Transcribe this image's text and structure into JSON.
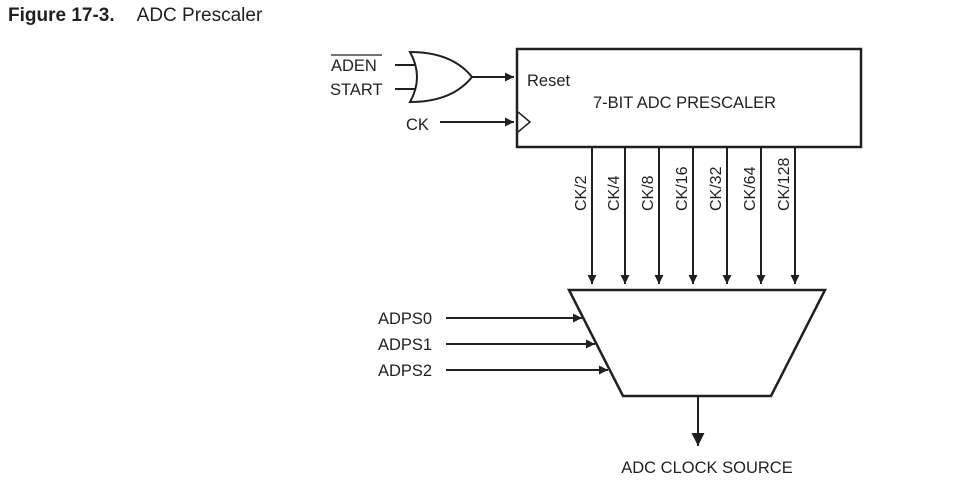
{
  "figure": {
    "number": "Figure 17-3.",
    "title": "ADC Prescaler"
  },
  "gate_inputs": [
    "ADEN",
    "START"
  ],
  "clock_input": "CK",
  "prescaler": {
    "reset_pin": "Reset",
    "name": "7-BIT ADC PRESCALER"
  },
  "taps": [
    "CK/2",
    "CK/4",
    "CK/8",
    "CK/16",
    "CK/32",
    "CK/64",
    "CK/128"
  ],
  "select_inputs": [
    "ADPS0",
    "ADPS1",
    "ADPS2"
  ],
  "output": "ADC CLOCK SOURCE"
}
